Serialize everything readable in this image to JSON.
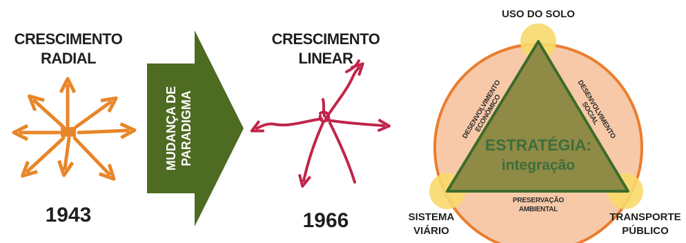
{
  "left": {
    "title_line1": "CRESCIMENTO",
    "title_line2": "RADIAL",
    "year": "1943"
  },
  "arrow": {
    "line1": "MUDANÇA DE",
    "line2": "PARADIGMA",
    "color": "#4e6b22"
  },
  "middle": {
    "title_line1": "CRESCIMENTO",
    "title_line2": "LINEAR",
    "year": "1966"
  },
  "diagram": {
    "top_label": "USO DO SOLO",
    "bottom_left_line1": "SISTEMA",
    "bottom_left_line2": "VIÁRIO",
    "bottom_right_line1": "TRANSPORTE",
    "bottom_right_line2": "PÚBLICO",
    "left_side_line1": "DESENVOLVIMENTO",
    "left_side_line2": "ECONÔMICO",
    "right_side_line1": "DESENVOLVIMENTO",
    "right_side_line2": "SOCIAL",
    "bottom_side_line1": "PRESERVAÇÃO",
    "bottom_side_line2": "AMBIENTAL",
    "center_line1": "ESTRATÉGIA:",
    "center_line2": "integração"
  },
  "colors": {
    "radial_arrows": "#e8862a",
    "linear_strokes": "#c0244a",
    "circle_fill": "#f7c9a8",
    "circle_stroke": "#ea7d2e",
    "triangle_fill": "#8f8a45",
    "triangle_stroke": "#3c6b2a",
    "vertex_fill": "#f8d96b"
  }
}
